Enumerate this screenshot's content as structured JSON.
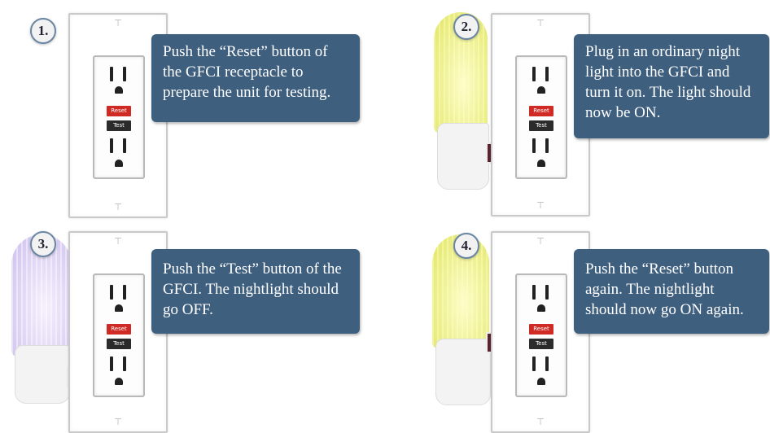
{
  "steps": [
    {
      "number": "1.",
      "text": "Push the “Reset” button of the GFCI receptacle to prepare the unit for testing.",
      "nightlight": "none"
    },
    {
      "number": "2.",
      "text": "Plug in an ordinary night light into the GFCI and turn it on. The light should now be ON.",
      "nightlight": "on"
    },
    {
      "number": "3.",
      "text": "Push the “Test” button of the GFCI. The nightlight should go OFF.",
      "nightlight": "off"
    },
    {
      "number": "4.",
      "text": "Push the “Reset” button again. The nightlight should now go ON again.",
      "nightlight": "on"
    }
  ],
  "outlet": {
    "reset_label": "Reset",
    "test_label": "Test"
  },
  "colors": {
    "callout_bg": "#3f5f7f",
    "reset_button": "#cf2a24",
    "test_button": "#2b2b2b",
    "nightlight_on": "#e9ec7a",
    "nightlight_off": "#d3c6ef"
  }
}
